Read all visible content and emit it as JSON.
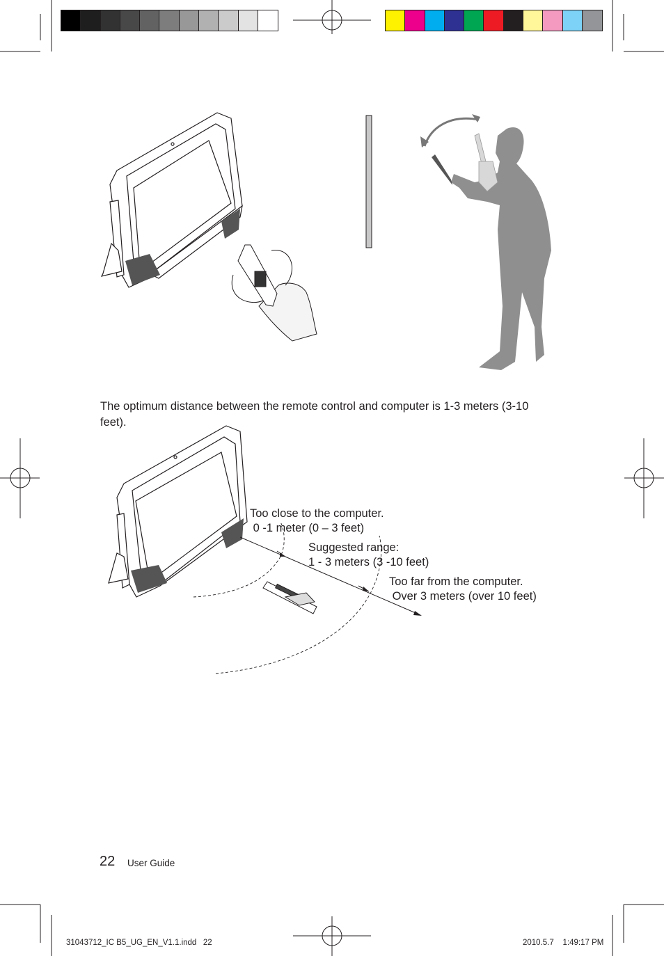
{
  "swatches_gray": [
    "#000000",
    "#1e1e1e",
    "#323232",
    "#484848",
    "#626262",
    "#7d7d7d",
    "#989898",
    "#b1b1b1",
    "#cbcbcb",
    "#e3e3e3",
    "#ffffff"
  ],
  "swatches_color": [
    "#fff200",
    "#ec008c",
    "#00aeef",
    "#2e3192",
    "#00a651",
    "#ed1c24",
    "#231f20",
    "#fff799",
    "#f49ac1",
    "#7dd3f7",
    "#939598"
  ],
  "caption": "The optimum distance between the remote control and computer is 1-3 meters (3-10 feet).",
  "zones": {
    "close_title": "Too close to the computer.",
    "close_range": " 0 -1 meter (0 – 3 feet)",
    "suggested_title": "Suggested range:",
    "suggested_range": "1 - 3 meters (3 -10 feet)",
    "far_title": "Too far from the computer.",
    "far_range": " Over 3 meters (over 10 feet)"
  },
  "footer": {
    "page_number": "22",
    "section": "User Guide"
  },
  "slug": {
    "file": "31043712_IC B5_UG_EN_V1.1.indd   22",
    "date": "2010.5.7    1:49:17 PM"
  }
}
